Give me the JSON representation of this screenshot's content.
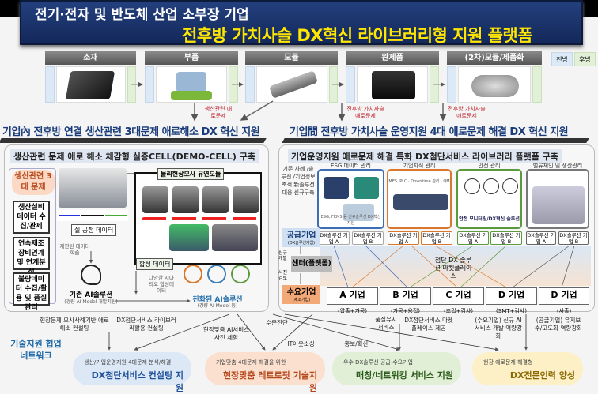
{
  "header": {
    "line1": "전기·전자 및 반도체 산업 소부장 기업",
    "line2": "전후방 가치사슬 DX혁신 라이브러리형 지원 플랫폼"
  },
  "stages": [
    "소재",
    "부품",
    "모듈",
    "완제품",
    "(2차)모듈/제품화"
  ],
  "legend": {
    "forward": "전방",
    "backward": "후방",
    "forward_color": "#dce9f6",
    "backward_color": "#e2f0d8"
  },
  "notes": {
    "production": "생산관련 애로문제",
    "value_chain": "전후방 가치사슬 애로문제"
  },
  "left_heading": "기업內 전후방 연결 생산관련 3대문제 애로해소 DX 혁신 지원",
  "right_heading": "기업間 전후방 가치사슬 운영지원 4대 애로문제 해결 DX 혁신 지원",
  "left_panel": {
    "title": "생산관련 문제 애로 해소 체감형 실증CELL(DEMO-CELL) 구축",
    "problems_title": "생산관련 3대 문제",
    "problems": [
      "생산설비 데이터 수집/관제",
      "연속제조 장비연계 및 연계분석",
      "불량데이터 수집/활용 및 품질관리"
    ],
    "real_data": "실 공정 데이터",
    "limited": "제한된 데이터 학습",
    "module": "물리현상모사 유연모듈",
    "synthetic": "합성 데이터",
    "scenario": "다양한 시나리오 합성데이터",
    "ai_old": "기존 AI솔루션",
    "ai_old_sub": "(경량 AI Model 개발지원)",
    "ai_new": "진화된 AI솔루션",
    "ai_new_sub": "(경량 AI Model 등)"
  },
  "right_panel": {
    "title": "기업운영지원 애로문제 해결 특화 DX첨단서비스 라이브러리 플랫폼 구축",
    "side_text": "기존 사례 /솔루션 /기업정보 축적 新솔루션 대응 신규구축",
    "categories": [
      {
        "label": "ESG 데이터 관리",
        "color": "#3d6db5",
        "caption": "ESG, FEMS 등 신규솔루션 DX혁신 지원"
      },
      {
        "label": "기업지식 관리",
        "color": "#d9782d",
        "caption": "MES, PLC · Downtime 관리 · QM"
      },
      {
        "label": "안전 관리",
        "color": "#5a9a3c",
        "caption": "안전 모니터링/DX혁신 솔루션"
      },
      {
        "label": "밸류체인 및 생산관리",
        "color": "#777777",
        "caption": ""
      }
    ],
    "dx_a": "DX솔루션 기업 A",
    "dx_b": "DX솔루션 기업 B",
    "supplier": "공급기업",
    "supplier_sub": "(DX솔루션기업)",
    "center": "센터(플랫폼)",
    "new_dev": "신규 개발",
    "pre_review": "사전 검토",
    "demand": "수요기업",
    "demand_sub": "(제조기업)",
    "market": "첨단 DX 솔루션 마켓플레이스",
    "companies": [
      {
        "name": "A 기업",
        "desc": "(압출+가공)"
      },
      {
        "name": "B 기업",
        "desc": "(가공+용접)"
      },
      {
        "name": "C 기업",
        "desc": "(조립+검사)"
      },
      {
        "name": "D 기업",
        "desc": "(SMT+검사)"
      },
      {
        "name": "D 기업",
        "desc": "(사출)"
      }
    ]
  },
  "network": {
    "title": "기술지원 협업 네트워크",
    "labels": [
      "현장문제 모사사례기반 애로해소 컨설팅",
      "DX첨단서비스 라이브러리활용 컨설팅",
      "현장맞춤 AI서비스 사전 체험",
      "수준진단",
      "IT아웃소싱",
      "홍보/확산",
      "품질유지 서비스",
      "DX첨단서비스 마켓플레이스 제공",
      "(수요기업) 신규 AI서비스 개발 역량강화",
      "(공급기업) 유지보수/고도화 역량강화"
    ],
    "pills": [
      {
        "sub": "생산/기업운영지원 4대문제 분석/해결",
        "main": "DX첨단서비스 컨설팅 지원",
        "color": "#dce8f6"
      },
      {
        "sub": "기업맞춤 4대문제 해결을 위한",
        "main": "현장맞춤 레트로핏 기술지원",
        "color": "#fbe0cf"
      },
      {
        "sub": "우수 DX솔루션 공급-수요기업",
        "main": "매칭/네트워킹 서비스 지원",
        "color": "#e0efd6"
      },
      {
        "sub": "현장 애로문제 해결형",
        "main": "DX전문인력 양성",
        "color": "#fdf0c6"
      }
    ]
  }
}
